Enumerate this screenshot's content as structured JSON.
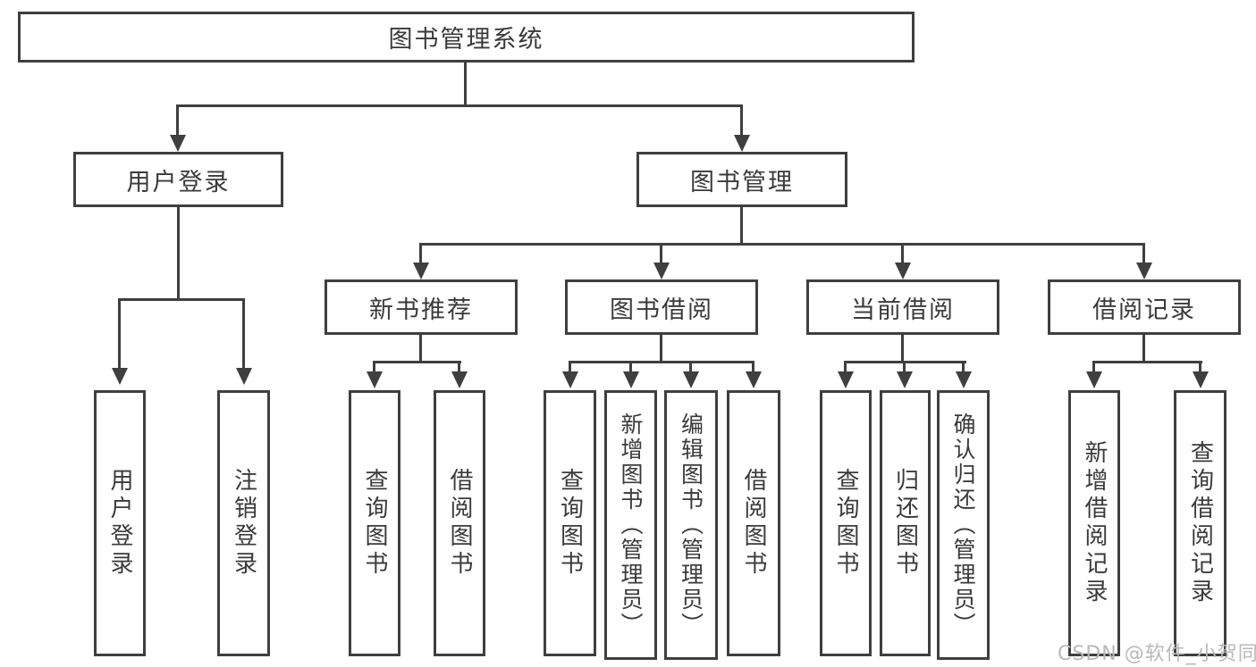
{
  "nodes": {
    "root": "图书管理系统",
    "user_login": "用户登录",
    "book_mgmt": "图书管理",
    "new_book_rec": "新书推荐",
    "book_borrow": "图书借阅",
    "current_borrow": "当前借阅",
    "borrow_record": "借阅记录",
    "leaf_user_login": "用户登录",
    "leaf_logout": "注销登录",
    "leaf_query_book_nb": "查询图书",
    "leaf_borrow_book_nb": "借阅图书",
    "leaf_query_book_bb": "查询图书",
    "leaf_add_book": "新增图书（管理员）",
    "leaf_edit_book": "编辑图书（管理员）",
    "leaf_borrow_book_bb": "借阅图书",
    "leaf_query_book_cb": "查询图书",
    "leaf_return_book": "归还图书",
    "leaf_confirm_return": "确认归还（管理员）",
    "leaf_add_record": "新增借阅记录",
    "leaf_query_record": "查询借阅记录"
  },
  "watermark": "CSDN @软件_小贺同学",
  "colors": {
    "line": "#3f3f3f",
    "text": "#3a3a3a",
    "watermark": "#b9b9b9",
    "background": "#ffffff"
  }
}
